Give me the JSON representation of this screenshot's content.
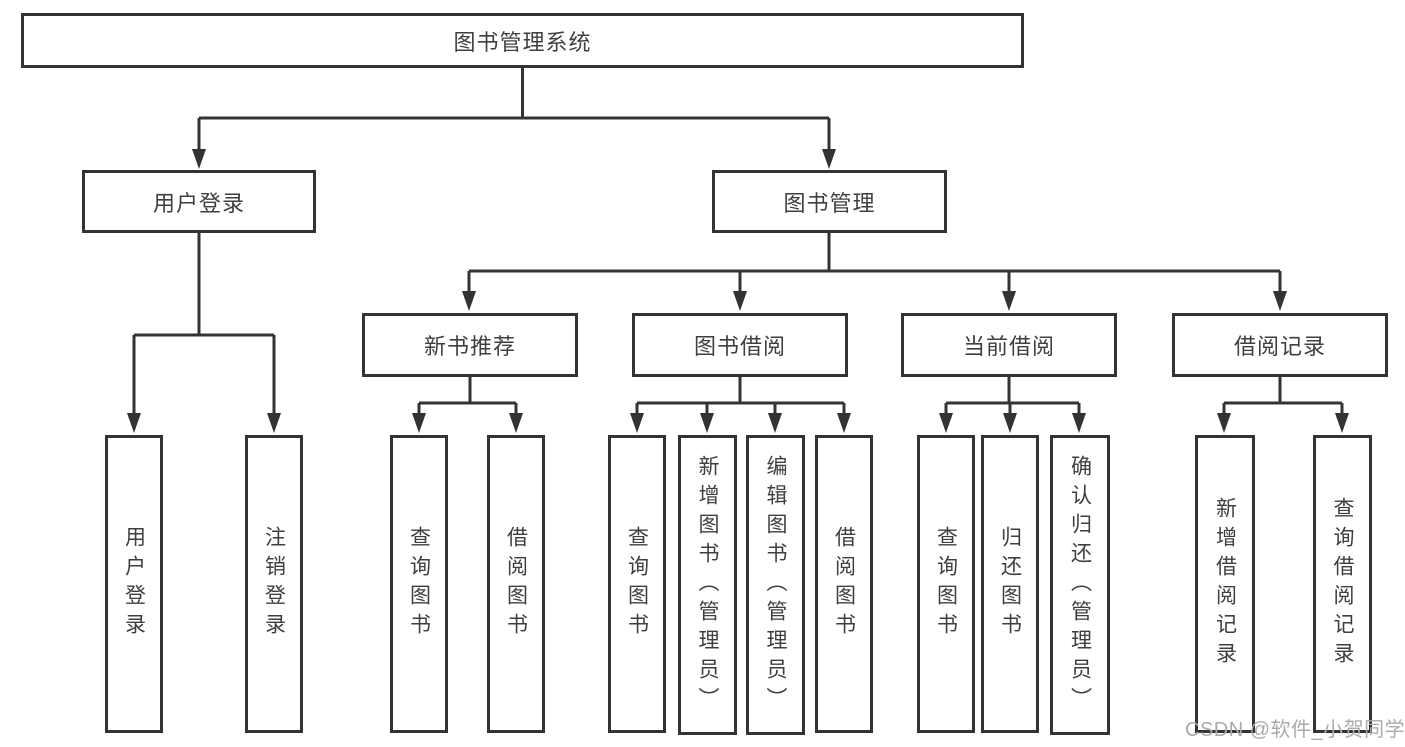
{
  "diagram": {
    "title": "图书管理系统",
    "root": "图书管理系统",
    "branches": [
      {
        "label": "用户登录",
        "children": [
          "用户登录",
          "注销登录"
        ]
      },
      {
        "label": "图书管理",
        "groups": [
          {
            "label": "新书推荐",
            "children": [
              "查询图书",
              "借阅图书"
            ]
          },
          {
            "label": "图书借阅",
            "children": [
              "查询图书",
              "新增图书（管理员）",
              "编辑图书（管理员）",
              "借阅图书"
            ]
          },
          {
            "label": "当前借阅",
            "children": [
              "查询图书",
              "归还图书",
              "确认归还（管理员）"
            ]
          },
          {
            "label": "借阅记录",
            "children": [
              "新增借阅记录",
              "查询借阅记录"
            ]
          }
        ]
      }
    ]
  },
  "watermark": "CSDN @软件_小贺同学",
  "colors": {
    "line": "#333333",
    "box_border": "#333333",
    "text": "#3f3f3f",
    "watermark": "#ababab",
    "background": "#ffffff"
  }
}
